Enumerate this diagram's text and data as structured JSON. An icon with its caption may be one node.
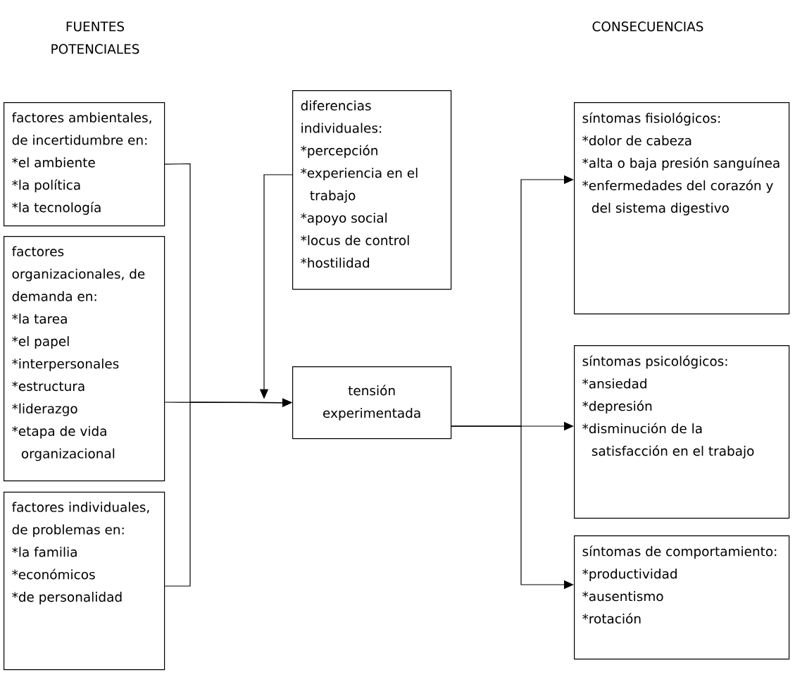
{
  "diagram": {
    "nodes": [
      {
        "text": [
          "factores ambientales, de incertidumbre en:",
          "*el ambiente",
          "*la política",
          "*la tecnología"
        ]
      },
      {
        "text": [
          "factores organizacionales, de demanda en:",
          "*la tarea",
          "*el papel",
          "*interpersonales",
          "*estructura",
          "*liderazgo",
          "*etapa de vida organizacional"
        ]
      },
      {
        "text": [
          "factores individuales, de problemas en:",
          "*la familia",
          "*económicos",
          "*de personalidad"
        ]
      },
      {
        "text": [
          "diferencias individuales:",
          "*percepción",
          "*experiencia en el trabajo",
          "*apoyo social",
          "*locus de control",
          "*hostilidad"
        ]
      },
      {
        "text": [
          "tensión experimentada"
        ]
      },
      {
        "text": [
          "síntomas fisiológicos:",
          "*dolor de cabeza",
          "*alta o baja presión sanguínea",
          "*enfermedades del corazón y del sistema digestivo"
        ]
      },
      {
        "text": [
          "síntomas psicológicos:",
          "*ansiedad",
          "*depresión",
          "*disminución de la satisfacción en el trabajo"
        ]
      },
      {
        "text": [
          "síntomas de comportamiento:",
          "*productividad",
          "*ausentismo",
          "*rotación"
        ]
      }
    ],
    "edges": [
      {
        "from": 0,
        "to": 4,
        "arrow": "to"
      },
      {
        "from": 1,
        "to": 4,
        "arrow": "to"
      },
      {
        "from": 2,
        "to": 4,
        "arrow": "to"
      },
      {
        "from": 3,
        "to": 4,
        "arrow": "to"
      },
      {
        "from": 4,
        "to": 5,
        "arrow": "to"
      },
      {
        "from": 4,
        "to": 6,
        "arrow": "to"
      },
      {
        "from": 4,
        "to": 7,
        "arrow": "to"
      }
    ],
    "labels": [
      "FUENTES POTENCIALES",
      "CONSECUENCIAS"
    ]
  }
}
